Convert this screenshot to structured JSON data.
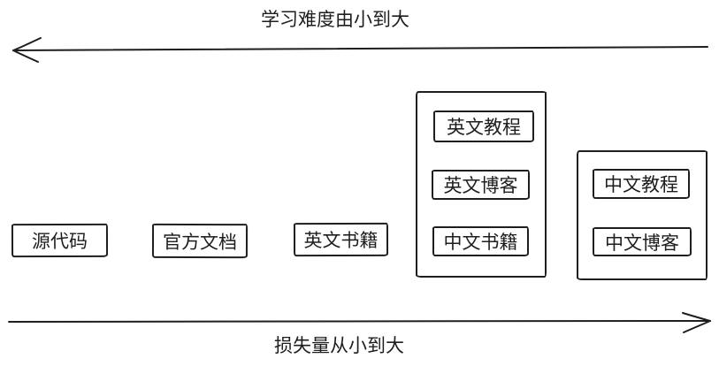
{
  "diagram": {
    "top_axis": {
      "label": "学习难度由小到大",
      "direction": "left"
    },
    "bottom_axis": {
      "label": "损失量从小到大",
      "direction": "right"
    },
    "boxes": [
      {
        "label": "源代码"
      },
      {
        "label": "官方文档"
      },
      {
        "label": "英文书籍"
      }
    ],
    "groups": [
      {
        "items": [
          {
            "label": "英文教程"
          },
          {
            "label": "英文博客"
          },
          {
            "label": "中文书籍"
          }
        ]
      },
      {
        "items": [
          {
            "label": "中文教程"
          },
          {
            "label": "中文博客"
          }
        ]
      }
    ],
    "colors": {
      "stroke": "#1e1e1e",
      "background": "#ffffff",
      "text": "#1e1e1e"
    }
  }
}
